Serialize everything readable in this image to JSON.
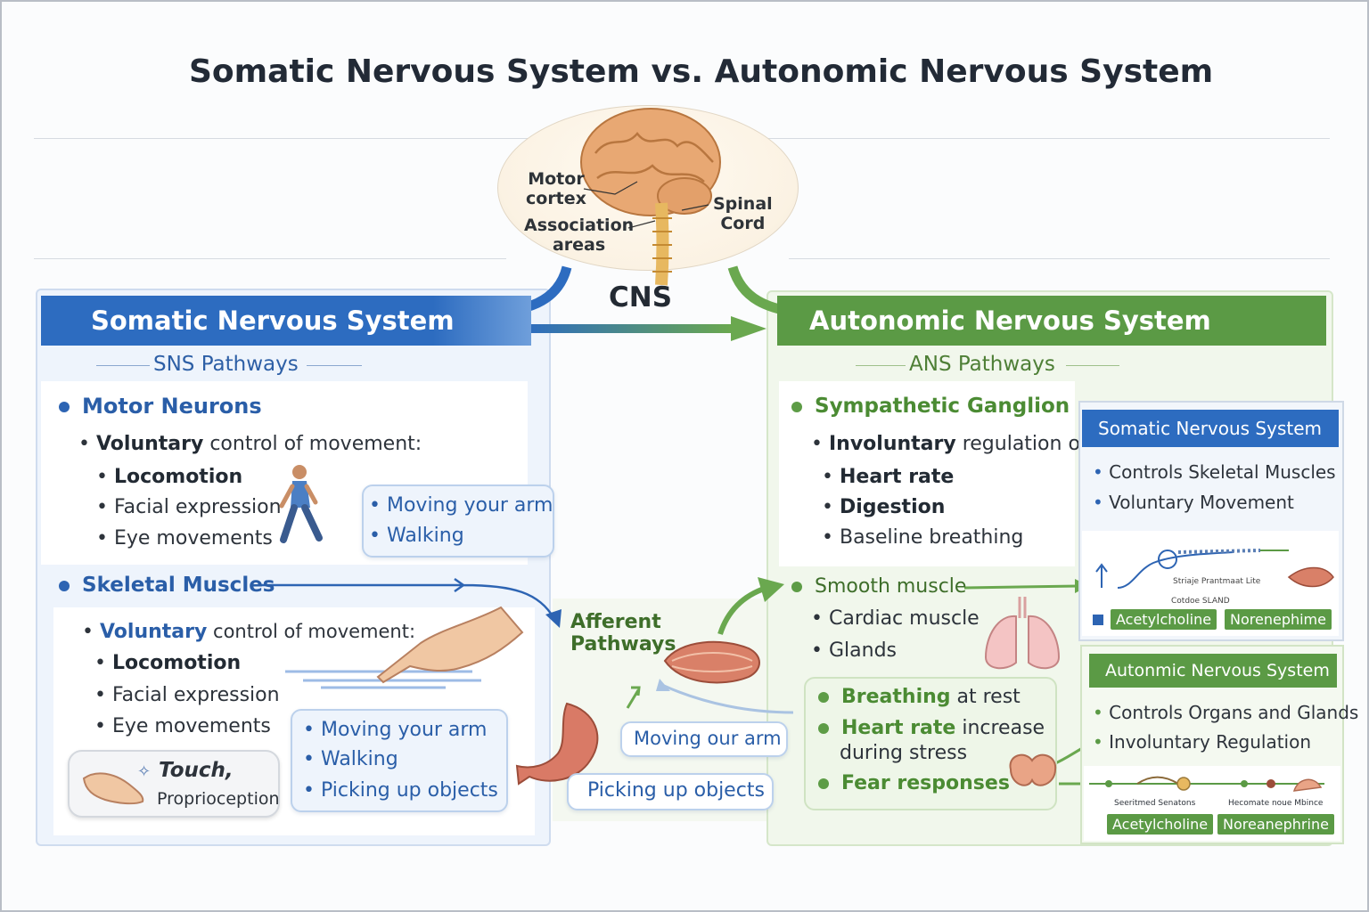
{
  "title": "Somatic Nervous System vs. Autonomic Nervous System",
  "cns": {
    "label": "CNS",
    "motor_cortex": "Motor\ncortex",
    "association": "Association\nareas",
    "spinal": "Spinal\nCord"
  },
  "sns": {
    "banner": "Somatic Nervous System",
    "pathways": "SNS Pathways",
    "motor": {
      "heading": "Motor Neurons",
      "intro_bold": "Voluntary",
      "intro_rest": " control of movement:",
      "items": [
        "Locomotion",
        "Facial expression",
        "Eye movements"
      ],
      "examples": [
        "Moving your arm",
        "Walking"
      ]
    },
    "skeletal": {
      "heading": "Skeletal Muscles",
      "intro_bold": "Voluntary",
      "intro_rest": " control of movement:",
      "items": [
        "Locomotion",
        "Facial expression",
        "Eye movements"
      ],
      "examples": [
        "Moving your arm",
        "Walking",
        "Picking up objects"
      ]
    },
    "touch": {
      "title": "Touch,",
      "sub": "Proprioception"
    }
  },
  "middle": {
    "afferent": "Afferent\nPathways",
    "example1": "Moving our arm",
    "example2": "Picking up objects"
  },
  "ans": {
    "banner": "Autonomic Nervous System",
    "pathways": "ANS Pathways",
    "ganglion": {
      "heading": "Sympathetic Ganglion",
      "intro_bold": "Involuntary",
      "intro_rest": " regulation of:",
      "items": [
        "Heart rate",
        "Digestion",
        "Baseline breathing"
      ]
    },
    "effectors": {
      "heading": "Smooth muscle",
      "items": [
        "Cardiac muscle",
        "Glands"
      ]
    },
    "examples": {
      "e1_bold": "Breathing",
      "e1_rest": " at rest",
      "e2_bold": "Heart rate",
      "e2_rest": " increase",
      "e2_line2": "during stress",
      "e3_bold": "Fear responses"
    }
  },
  "card_somatic": {
    "title": "Somatic Nervous System",
    "lines": [
      "Controls Skeletal Muscles",
      "Voluntary Movement"
    ],
    "small1": "Striaje Prantmaat Lite",
    "small2": "Cotdoe SLAND",
    "tag1": "Acetylcholine",
    "tag2": "Norenephime"
  },
  "card_autonomic": {
    "title": "Autonmic Nervous System",
    "lines": [
      "Controls Organs and Glands",
      "Involuntary Regulation"
    ],
    "small1": "Seeritmed Senatons",
    "small2": "Hecomate noue Mbince",
    "tag1": "Acetylcholine",
    "tag2": "Noreanephrine"
  },
  "colors": {
    "sns_blue": "#2d6cc0",
    "ans_green": "#5b9a45"
  }
}
